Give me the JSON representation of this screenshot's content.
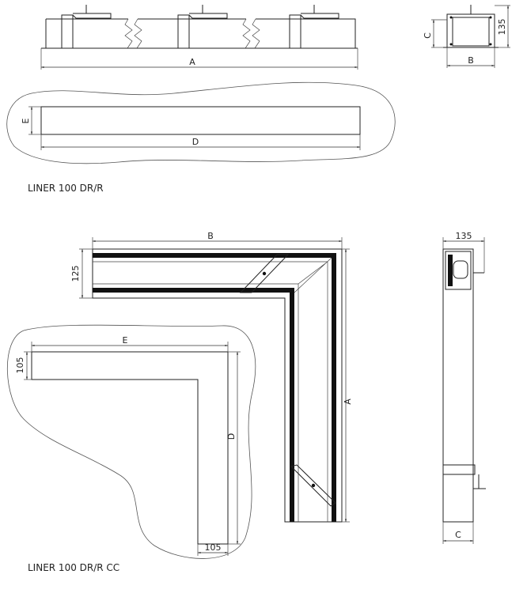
{
  "drawing_1": {
    "caption": "LINER 100 DR/R",
    "front_view": {
      "dim_length": "A"
    },
    "end_view": {
      "dim_width": "B",
      "dim_height_label": "C",
      "dim_height_value": "135"
    },
    "plan_view": {
      "dim_width": "E",
      "dim_length": "D"
    }
  },
  "drawing_2": {
    "caption": "LINER 100 DR/R CC",
    "corner_view": {
      "dim_horizontal": "B",
      "dim_bar_width": "125",
      "dim_vertical": "A"
    },
    "plan_view": {
      "dim_horizontal": "E",
      "dim_bar_width_top": "105",
      "dim_vertical": "D",
      "dim_bar_width_bottom": "105"
    },
    "side_view": {
      "dim_top": "135",
      "dim_bottom": "C"
    }
  }
}
